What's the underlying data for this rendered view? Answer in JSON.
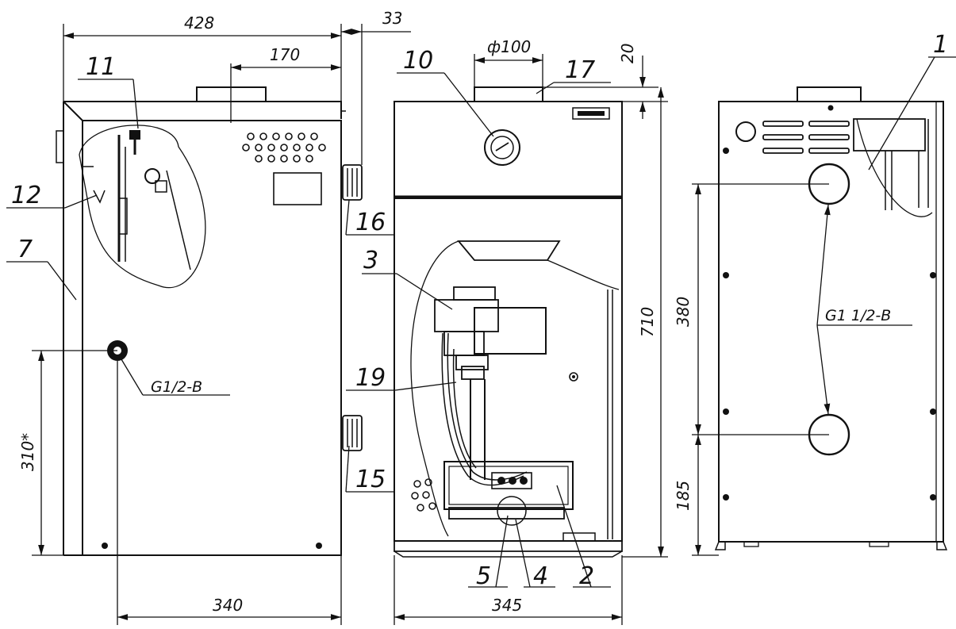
{
  "dimensions": {
    "overall_width": "428",
    "side_gap": "33",
    "flue_offset": "170",
    "flue_diameter": "ф100",
    "flue_height": "20",
    "overall_height": "710",
    "gas_inlet_height": "310*",
    "side_depth": "340",
    "front_width": "345",
    "pipe_spacing": "380",
    "lower_pipe_height": "185"
  },
  "threads": {
    "gas_inlet": "G1/2-B",
    "water_pipes": "G1 1/2-B"
  },
  "callouts": [
    "1",
    "2",
    "3",
    "4",
    "5",
    "7",
    "10",
    "11",
    "12",
    "15",
    "16",
    "17",
    "19"
  ]
}
